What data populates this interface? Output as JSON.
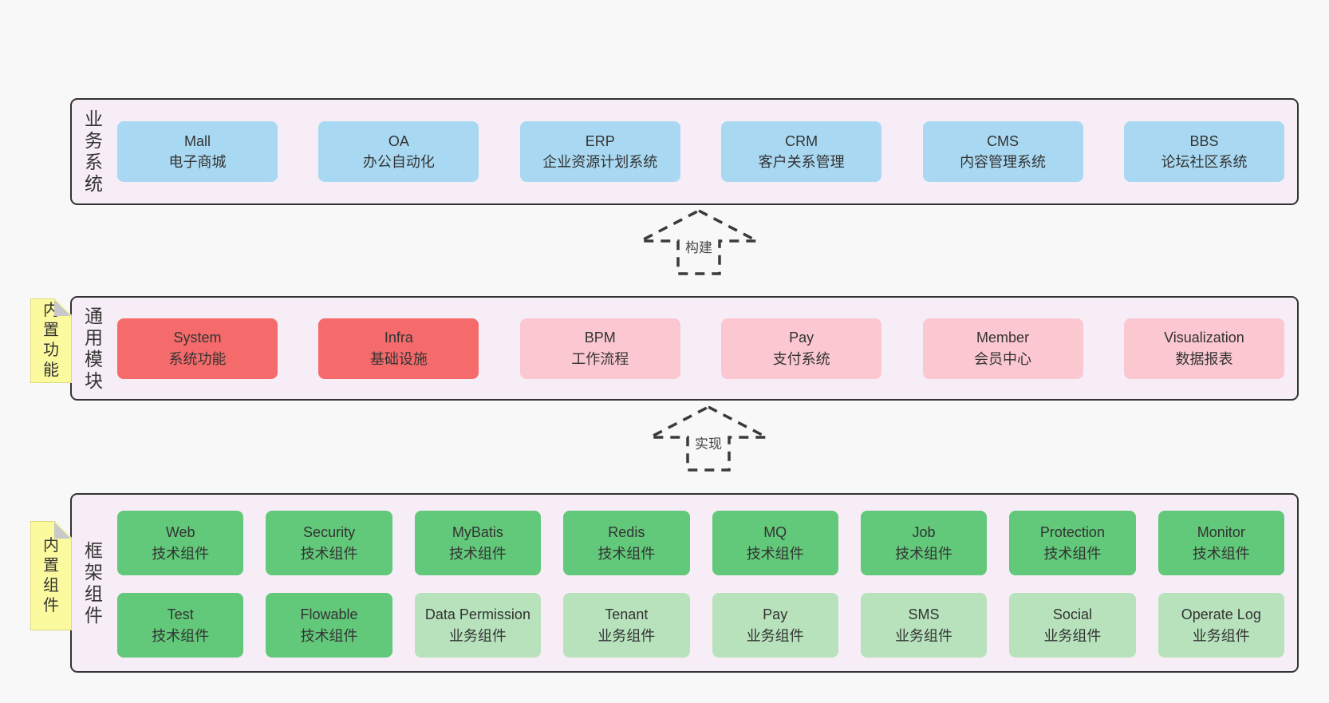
{
  "colors": {
    "page-bg": "#f8f8f8",
    "band-bg": "#f7edf6",
    "band-border": "#333333",
    "box-blue": "#a9d9f2",
    "box-red": "#f56b6b",
    "box-pink": "#fbc7d1",
    "box-green": "#62c87a",
    "box-lightgreen": "#b7e2bc",
    "note-bg": "#fbfa9e",
    "note-fold": "#c9c9c9",
    "text": "#333333"
  },
  "arrows": [
    {
      "label": "构建"
    },
    {
      "label": "实现"
    }
  ],
  "notes": [
    {
      "label": "内置功能"
    },
    {
      "label": "内置组件"
    }
  ],
  "bands": [
    {
      "label": "业务系统",
      "items": [
        {
          "title": "Mall",
          "subtitle": "电子商城"
        },
        {
          "title": "OA",
          "subtitle": "办公自动化"
        },
        {
          "title": "ERP",
          "subtitle": "企业资源计划系统"
        },
        {
          "title": "CRM",
          "subtitle": "客户关系管理"
        },
        {
          "title": "CMS",
          "subtitle": "内容管理系统"
        },
        {
          "title": "BBS",
          "subtitle": "论坛社区系统"
        }
      ]
    },
    {
      "label": "通用模块",
      "items": [
        {
          "title": "System",
          "subtitle": "系统功能"
        },
        {
          "title": "Infra",
          "subtitle": "基础设施"
        },
        {
          "title": "BPM",
          "subtitle": "工作流程"
        },
        {
          "title": "Pay",
          "subtitle": "支付系统"
        },
        {
          "title": "Member",
          "subtitle": "会员中心"
        },
        {
          "title": "Visualization",
          "subtitle": "数据报表"
        }
      ]
    },
    {
      "label": "框架组件",
      "items": [
        {
          "title": "Web",
          "subtitle": "技术组件"
        },
        {
          "title": "Security",
          "subtitle": "技术组件"
        },
        {
          "title": "MyBatis",
          "subtitle": "技术组件"
        },
        {
          "title": "Redis",
          "subtitle": "技术组件"
        },
        {
          "title": "MQ",
          "subtitle": "技术组件"
        },
        {
          "title": "Job",
          "subtitle": "技术组件"
        },
        {
          "title": "Protection",
          "subtitle": "技术组件"
        },
        {
          "title": "Monitor",
          "subtitle": "技术组件"
        },
        {
          "title": "Test",
          "subtitle": "技术组件"
        },
        {
          "title": "Flowable",
          "subtitle": "技术组件"
        },
        {
          "title": "Data Permission",
          "subtitle": "业务组件"
        },
        {
          "title": "Tenant",
          "subtitle": "业务组件"
        },
        {
          "title": "Pay",
          "subtitle": "业务组件"
        },
        {
          "title": "SMS",
          "subtitle": "业务组件"
        },
        {
          "title": "Social",
          "subtitle": "业务组件"
        },
        {
          "title": "Operate Log",
          "subtitle": "业务组件"
        }
      ]
    }
  ]
}
